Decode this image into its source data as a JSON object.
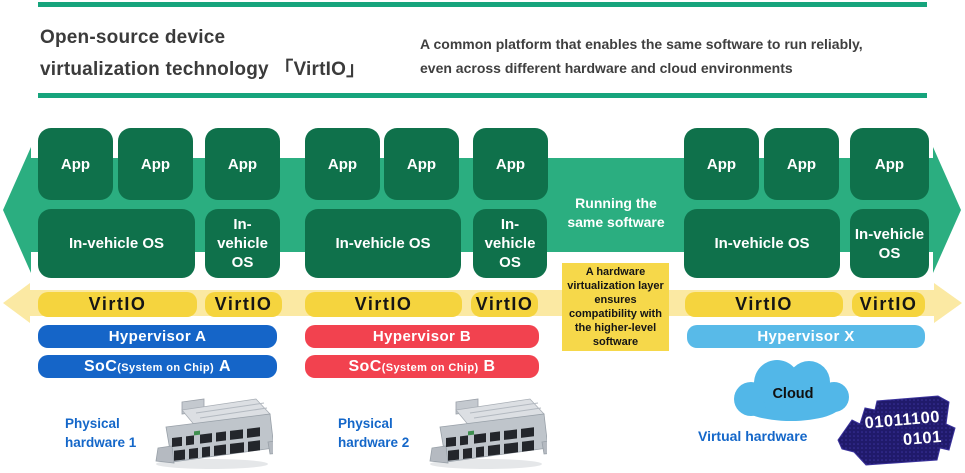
{
  "header": {
    "title_line1": "Open-source device",
    "title_line2": "virtualization technology 「VirtIO」",
    "desc_line1": "A common platform that enables the same software to run reliably,",
    "desc_line2": "even across different hardware and cloud environments"
  },
  "labels": {
    "app": "App",
    "os": "In-vehicle OS",
    "virtio": "VirtIO",
    "running": "Running the same software",
    "hw_layer": "A hardware virtualization layer ensures compatibility with the higher-level software",
    "cloud": "Cloud",
    "virtual_hardware": "Virtual hardware",
    "binary_line1": "01011100",
    "binary_line2": "0101"
  },
  "groups": [
    {
      "hypervisor": "Hypervisor A",
      "soc_prefix": "SoC",
      "soc_mid": "(System on Chip)",
      "soc_suffix": "A",
      "hardware": "Physical hardware 1"
    },
    {
      "hypervisor": "Hypervisor B",
      "soc_prefix": "SoC",
      "soc_mid": "(System on Chip)",
      "soc_suffix": "B",
      "hardware": "Physical hardware 2"
    },
    {
      "hypervisor": "Hypervisor X"
    }
  ],
  "colors": {
    "green_rule": "#16a47c",
    "green_arrow": "#2bae80",
    "green_box": "#0f714b",
    "yellow_box": "#f5d43e",
    "yellow_arrow": "#fbe9a3",
    "hypervisor_a_blue": "#1565c8",
    "hypervisor_b_red": "#f2424f",
    "hypervisor_x_lightblue": "#58bae8",
    "cloud_blue": "#52b7e8",
    "chip_navy": "#201a6b",
    "label_blue": "#1467c9"
  }
}
